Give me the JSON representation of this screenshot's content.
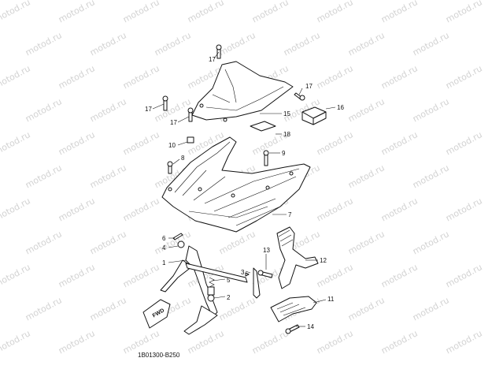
{
  "watermark": "motod.ru",
  "diagram_code": "1B01300-B250",
  "fwd_label": "FWD",
  "callouts": [
    "17",
    "17",
    "17",
    "17",
    "16",
    "15",
    "18",
    "10",
    "9",
    "8",
    "7",
    "6",
    "4",
    "1",
    "5",
    "3",
    "2",
    "13",
    "12",
    "11",
    "14"
  ]
}
